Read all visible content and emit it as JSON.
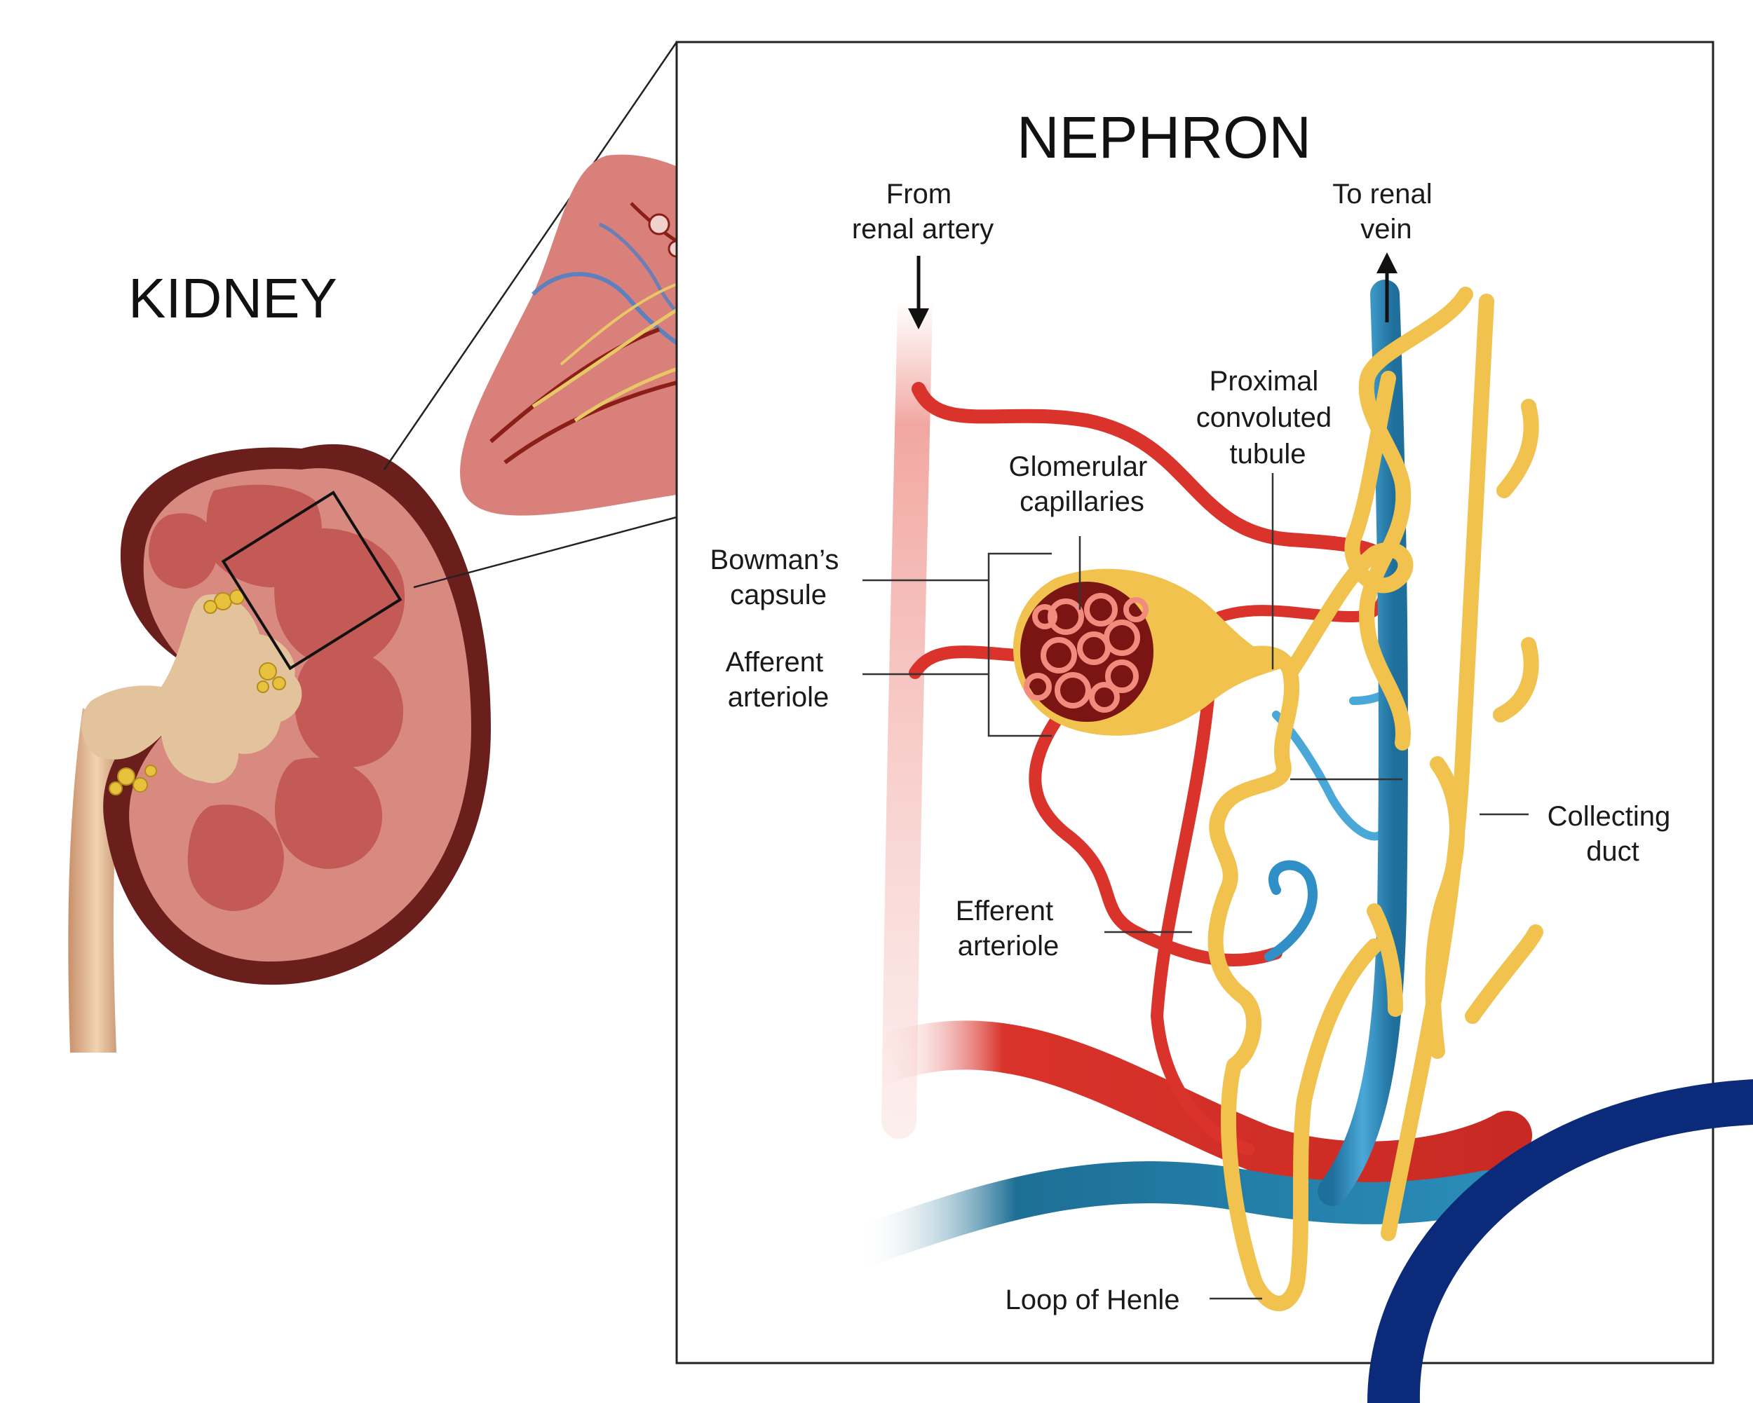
{
  "kidney": {
    "title": "KIDNEY"
  },
  "nephron": {
    "title": "NEPHRON"
  },
  "labels": {
    "from_renal_artery": [
      "From",
      "renal artery"
    ],
    "to_renal_vein": [
      "To renal",
      "vein"
    ],
    "proximal_tubule": [
      "Proximal",
      "convoluted",
      "tubule"
    ],
    "glomerular_capillaries": [
      "Glomerular",
      "capillaries"
    ],
    "bowmans_capsule": [
      "Bowman’s",
      "capsule"
    ],
    "afferent_arteriole": [
      "Afferent",
      "arteriole"
    ],
    "efferent_arteriole": [
      "Efferent",
      "arteriole"
    ],
    "collecting_duct": [
      "Collecting",
      "duct"
    ],
    "loop_of_henle": "Loop of Henle"
  },
  "colors": {
    "artery": "#d9332b",
    "artery_light": "#f4b3ae",
    "vein": "#2f8fc6",
    "vein_dark": "#1f6f9c",
    "tubule": "#f1c24d",
    "tubule_light": "#f8dc8a",
    "kidney_outer": "#6b1f1c",
    "kidney_cortex": "#d98a80",
    "pyramid": "#c45a55",
    "pelvis": "#e3c39c",
    "accent_arc": "#0b2a7a"
  }
}
